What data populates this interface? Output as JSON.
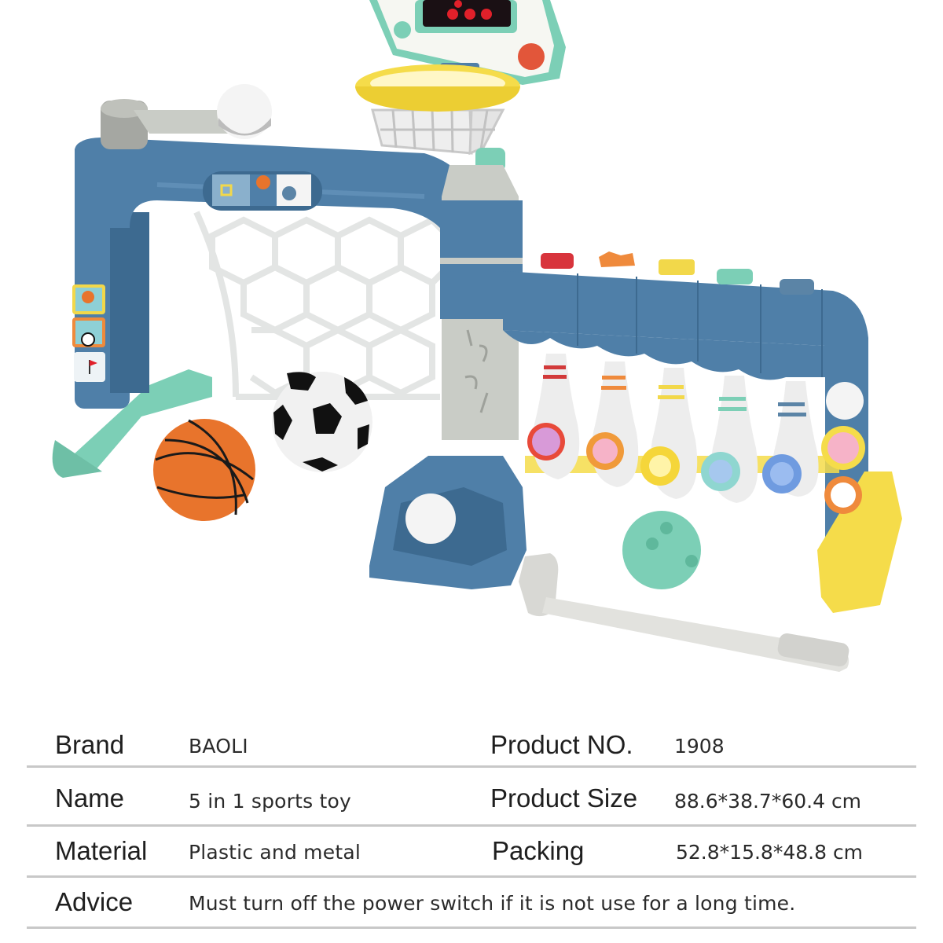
{
  "product": {
    "illustration": "5 in 1 sports toy set: soccer goal, basketball hoop with score display, bowling pins, golf tee and club",
    "components": [
      "basketball-hoop",
      "score-display",
      "soccer-goal",
      "soccer-ball",
      "basketball",
      "bowling-pins",
      "bowling-ball",
      "golf-tee",
      "golf-ball",
      "golf-club"
    ],
    "colors": {
      "frame_blue": "#4f7fa8",
      "frame_blue_dark": "#3d6a90",
      "hoop_yellow": "#f5dc4a",
      "mint": "#7ccfb6",
      "pole_gray": "#c9ccc6",
      "basketball_orange": "#e8742c",
      "display_red": "#e0202a"
    },
    "pin_stripe_colors": [
      "#d23a3a",
      "#ef8a3c",
      "#f2d84a",
      "#7ccfb6",
      "#5b84a6"
    ],
    "button_colors": [
      "#d8343c",
      "#ef8a3c",
      "#f2d84a",
      "#7ccfb6",
      "#5b84a6"
    ]
  },
  "specs": {
    "rows": [
      {
        "label": "Brand",
        "value": "BAOLI",
        "label2": "Product NO.",
        "value2": "1908"
      },
      {
        "label": "Name",
        "value": "5 in 1 sports toy",
        "label2": "Product Size",
        "value2": "88.6*38.7*60.4 cm"
      },
      {
        "label": "Material",
        "value": "Plastic and metal",
        "label2": "Packing",
        "value2": "52.8*15.8*48.8 cm"
      },
      {
        "label": "Advice",
        "value": "Must turn off the power switch if it is not use for a long time."
      }
    ]
  }
}
